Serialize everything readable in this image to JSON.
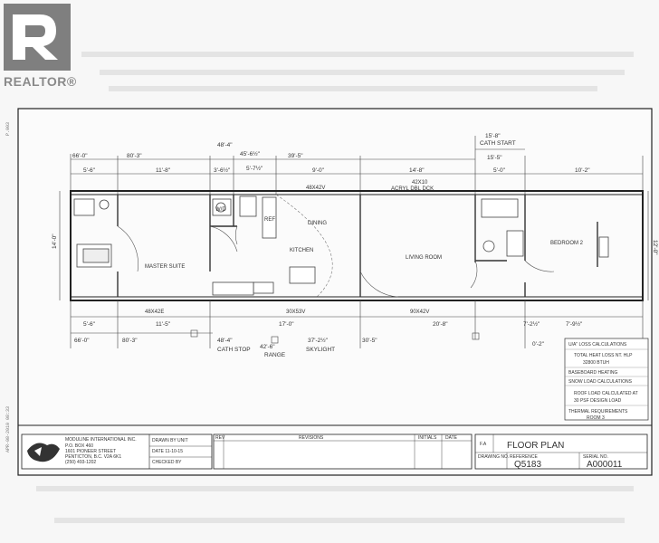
{
  "logo": {
    "text": "REALTOR®",
    "icon": "realtor-r-icon"
  },
  "side_stamps": [
    "P.003",
    "APR-08-2010 08:33"
  ],
  "dims_top": {
    "row1": [
      "66'-0\"",
      "80'-3\"",
      "48'-4\"",
      "45'-6½\"",
      "39'-5\"",
      "15'-8\""
    ],
    "row2": [
      "5'-6\"",
      "11'-8\"",
      "3'-6½\"",
      "5'-7½\"",
      "9'-0\"",
      "14'-8\"",
      "5'-0\"",
      "10'-2\"",
      "15'-5\""
    ],
    "cath_start": "CATH START"
  },
  "windows": {
    "top_dining": "48X42V",
    "top_living": "42X10",
    "top_living2": "ACRYL DBL DCK",
    "bottom_master": "48X42E",
    "bottom_kitchen": "30X53V",
    "bottom_living": "90X42V"
  },
  "rooms": {
    "master": "MASTER SUITE",
    "dining": "DINING",
    "kitchen": "KITCHEN",
    "living": "LIVING ROOM",
    "bedroom2": "BEDROOM 2",
    "wd": "W/D",
    "ref": "REF"
  },
  "dims_bottom": {
    "row1": [
      "5'-6\"",
      "11'-5\"",
      "17'-0\"",
      "20'-8\"",
      "7'-2½\"",
      "7'-9½\""
    ],
    "row2": [
      "66'-0\"",
      "80'-3\"",
      "48'-4\"",
      "42'-6\"",
      "37'-2½\"",
      "30'-5\"",
      "0'-2\""
    ],
    "cath_stop": "CATH STOP",
    "range": "RANGE",
    "skylight": "SKYLIGHT"
  },
  "side_dims": {
    "left": "14'-0\"",
    "right": "12'-0\""
  },
  "notes": [
    "U/A\" LOSS CALCULATIONS",
    "TOTAL HEAT LOSS NT. HLP",
    "32800 BTUH",
    "BASEBOARD HEATING",
    "SNOW LOAD CALCULATIONS",
    "ROOF LOAD CALCULATED AT",
    "30 PSF DESIGN LOAD",
    "THERMAL REQUIREMENTS",
    "ROOM 3"
  ],
  "title_block": {
    "company": "MODULINE INTERNATIONAL INC.",
    "address": [
      "P.O. BOX 460",
      "1601 PIONEER STREET",
      "PENTICTON, B.C. V2A 6K1",
      "(250) 493-1202"
    ],
    "drawn_by": "DRAWN BY  UNIT",
    "date": "DATE  11-10-15",
    "checked": "CHECKED BY",
    "rev_col": "REV",
    "revisions": "REVISIONS",
    "initials": "INITIALS",
    "date_col": "DATE",
    "sheet": "F.A",
    "title": "FLOOR PLAN",
    "drawing_no_label": "DRAWING NO.",
    "reference_label": "REFERENCE",
    "serial_label": "SERIAL NO.",
    "drawing_no": "Q5183",
    "serial": "A000011"
  }
}
